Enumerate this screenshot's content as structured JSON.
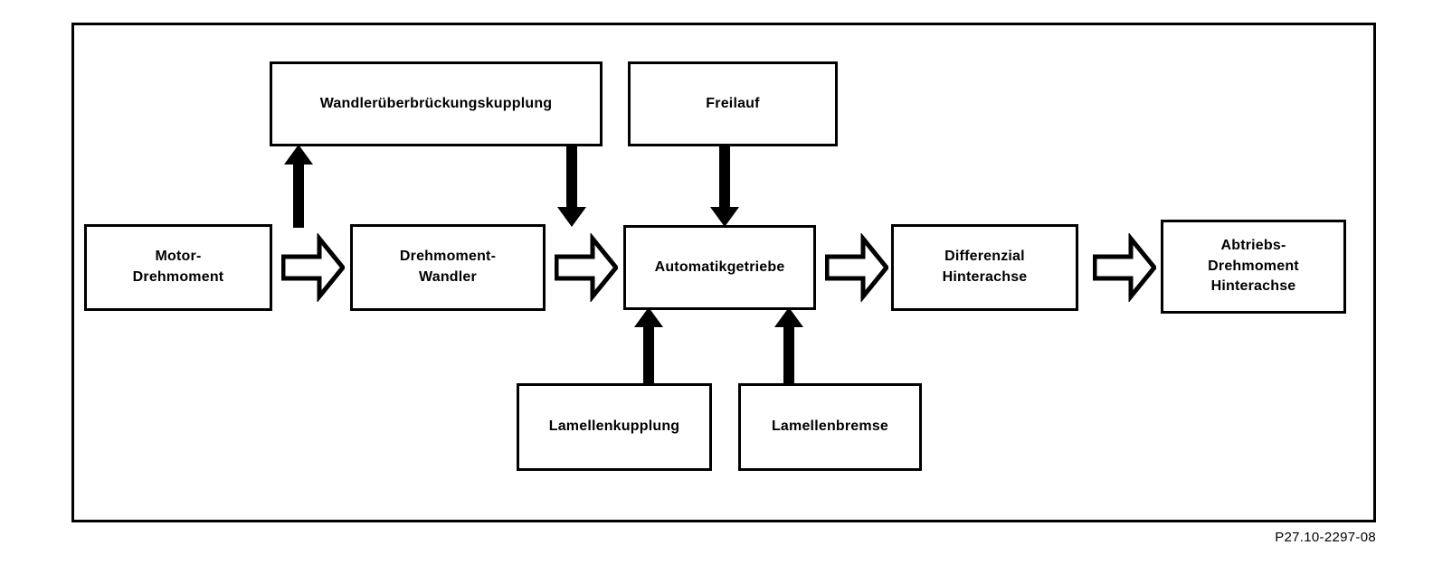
{
  "diagram": {
    "caption": "P27.10-2297-08",
    "colors": {
      "stroke": "#000000",
      "fill": "#ffffff",
      "arrow_solid": "#000000",
      "arrow_hollow_fill": "#ffffff"
    },
    "nodes": [
      {
        "id": "wandleruberbruckungskupplung",
        "label": "Wandlerüberbrückungskupplung"
      },
      {
        "id": "freilauf",
        "label": "Freilauf"
      },
      {
        "id": "motor-drehmoment",
        "label": "Motor-\nDrehmoment"
      },
      {
        "id": "drehmoment-wandler",
        "label": "Drehmoment-\nWandler"
      },
      {
        "id": "automatikgetriebe",
        "label": "Automatikgetriebe"
      },
      {
        "id": "differenzial-hinterachse",
        "label": "Differenzial\nHinterachse"
      },
      {
        "id": "abtriebs-drehmoment-hinterachse",
        "label": "Abtriebs-\nDrehmoment\nHinterachse"
      },
      {
        "id": "lamellenkupplung",
        "label": "Lamellenkupplung"
      },
      {
        "id": "lamellenbremse",
        "label": "Lamellenbremse"
      }
    ],
    "connectors": [
      {
        "id": "drehmoment-wandler-to-wandleruberbruckungskupplung",
        "style": "solid",
        "direction": "up"
      },
      {
        "id": "wandleruberbruckungskupplung-to-automatikgetriebe",
        "style": "solid",
        "direction": "down"
      },
      {
        "id": "freilauf-to-automatikgetriebe",
        "style": "solid",
        "direction": "down"
      },
      {
        "id": "lamellenkupplung-to-automatikgetriebe",
        "style": "solid",
        "direction": "up"
      },
      {
        "id": "lamellenbremse-to-automatikgetriebe",
        "style": "solid",
        "direction": "up"
      },
      {
        "id": "motor-to-wandler",
        "style": "hollow",
        "direction": "right"
      },
      {
        "id": "wandler-to-getriebe",
        "style": "hollow",
        "direction": "right"
      },
      {
        "id": "getriebe-to-differenzial",
        "style": "hollow",
        "direction": "right"
      },
      {
        "id": "differenzial-to-abtrieb",
        "style": "hollow",
        "direction": "right"
      }
    ]
  }
}
